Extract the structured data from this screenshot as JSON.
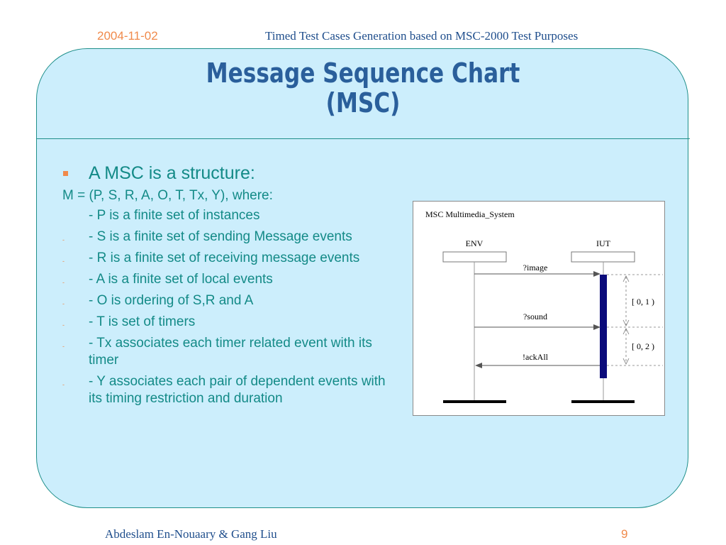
{
  "header": {
    "date": "2004-11-02",
    "title": "Timed Test Cases Generation based on MSC-2000 Test Purposes"
  },
  "slide": {
    "title_line1": "Message Sequence Chart",
    "title_line2": "(MSC)"
  },
  "content": {
    "main_bullet": "A MSC is a structure:",
    "definition": "M = (P, S, R, A, O, T, Tx, Y), where:",
    "items": [
      "- P is a finite set of instances",
      "- S is a finite set of sending Message events",
      "- R is a finite set of receiving message events",
      "- A is a finite set of local events",
      "- O is ordering of S,R and A",
      "- T is set of timers",
      "- Tx associates each timer related event with its timer",
      "- Y associates each pair of dependent events with its timing restriction and duration"
    ]
  },
  "diagram": {
    "title": "MSC  Multimedia_System",
    "instances": [
      "ENV",
      "IUT"
    ],
    "messages": [
      "?image",
      "?sound",
      "!ackAll"
    ],
    "constraints": [
      "[ 0, 1 )",
      "[ 0, 2 )"
    ]
  },
  "footer": {
    "authors": "Abdeslam En-Nouaary & Gang Liu",
    "page": "9"
  },
  "colors": {
    "accent_orange": "#f08a4b",
    "text_teal": "#138a87",
    "title_blue": "#2a5f9b",
    "panel_bg": "#cceefc"
  }
}
